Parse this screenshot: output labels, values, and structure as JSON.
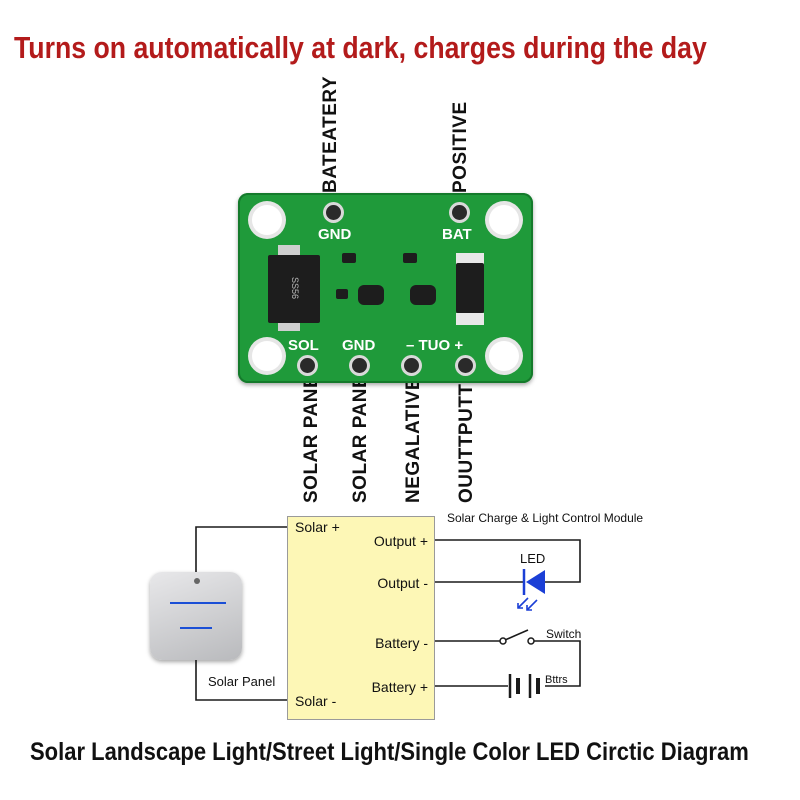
{
  "heading": "Turns on automatically at dark, charges during the day",
  "caption": "Solar Landscape Light/Street Light/Single Color LED Circtic Diagram",
  "top_wire_labels": {
    "battery": "BATEATERY",
    "positive": "POSITIVE"
  },
  "bottom_wire_labels": {
    "solar_panel_1": "SOLAR PANEL",
    "solar_panel_2": "SOLAR PANEL",
    "negative": "NEGALATIVE",
    "output": "OUUTTPUTTIVE"
  },
  "pcb": {
    "silk_gnd_top": "GND",
    "silk_bat": "BAT",
    "silk_sol": "SOL",
    "silk_gnd_bottom": "GND",
    "silk_out": "– TUO +",
    "chip_text": "SS56"
  },
  "module": {
    "title": "Solar Charge & Light Control Module",
    "solar_plus": "Solar +",
    "solar_minus": "Solar -",
    "output_plus": "Output +",
    "output_minus": "Output -",
    "battery_minus": "Battery -",
    "battery_plus": "Battery +"
  },
  "components": {
    "led": "LED",
    "switch": "Switch",
    "solar_panel": "Solar Panel",
    "battery_text": "Bttrs"
  },
  "colors": {
    "heading": "#b31b1b",
    "pcb": "#1f9a3a",
    "module_fill": "#fdf7b6",
    "led": "#1b3fd6"
  }
}
